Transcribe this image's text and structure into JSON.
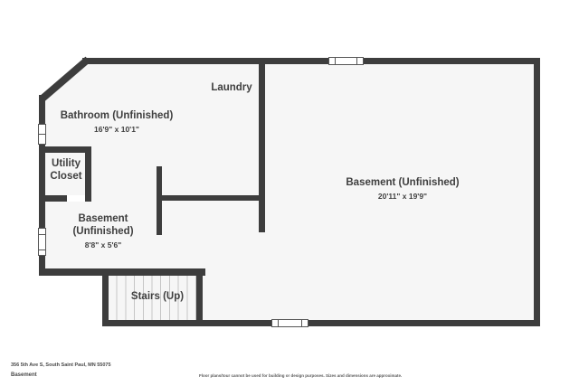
{
  "rooms": {
    "laundry": {
      "label": "Laundry"
    },
    "bathroom": {
      "label": "Bathroom (Unfinished)",
      "dim": "16'9\" x 10'1\""
    },
    "utility_closet": {
      "line1": "Utility",
      "line2": "Closet"
    },
    "basement_small": {
      "line1": "Basement",
      "line2": "(Unfinished)",
      "dim": "8'8\" x 5'6\""
    },
    "basement_large": {
      "label": "Basement (Unfinished)",
      "dim": "20'11\" x 19'9\""
    },
    "stairs": {
      "label": "Stairs (Up)"
    }
  },
  "footer": {
    "address": "356 5th Ave S, South Saint Paul, MN 55075",
    "level": "Basement",
    "disclaimer": "Floor plans/tour cannot be used for building or design purposes. Sizes and dimensions are approximate."
  },
  "colors": {
    "wall": "#3d3d3d",
    "floor": "#f6f6f6",
    "label_text": "#3f3f3f",
    "background": "#ffffff"
  }
}
